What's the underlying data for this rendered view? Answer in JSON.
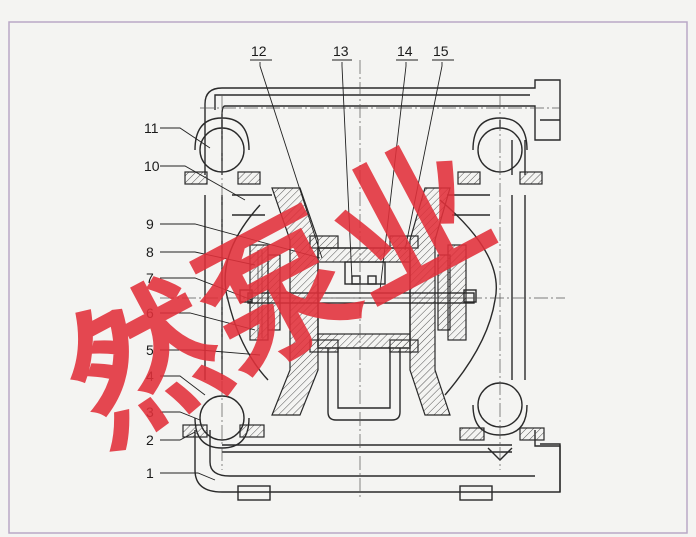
{
  "part_labels": [
    "1",
    "2",
    "3",
    "4",
    "5",
    "6",
    "7",
    "8",
    "9",
    "10",
    "11",
    "12",
    "13",
    "14",
    "15"
  ],
  "watermark_text": "然泵业",
  "colors": {
    "background": "#f4f4f2",
    "line": "#2a2a2a",
    "watermark": "#e2303a",
    "frame": "#b9a8c6"
  }
}
